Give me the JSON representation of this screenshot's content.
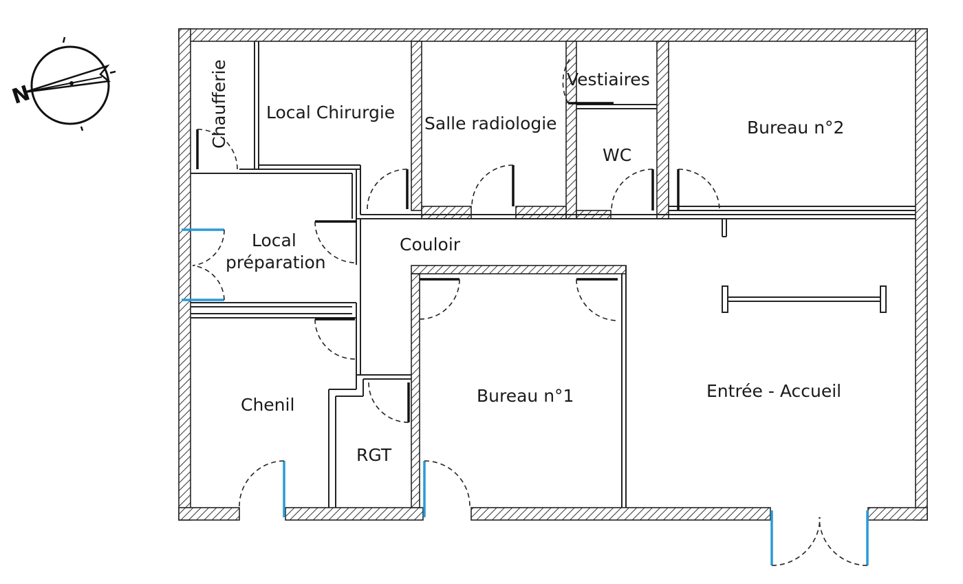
{
  "plan": {
    "compass": {
      "north_label": "N",
      "icon": "north-arrow-icon"
    },
    "rooms": {
      "chaufferie": "Chaufferie",
      "local_chirurgie": "Local Chirurgie",
      "salle_radiologie": "Salle radiologie",
      "vestiaires": "Vestiaires",
      "wc": "WC",
      "bureau_2": "Bureau n°2",
      "local_preparation_line1": "Local",
      "local_preparation_line2": "préparation",
      "couloir": "Couloir",
      "chenil": "Chenil",
      "rgt": "RGT",
      "bureau_1": "Bureau n°1",
      "entree_accueil": "Entrée - Accueil"
    },
    "colors": {
      "wall_line": "#222222",
      "exterior_door": "#2a9ad6",
      "hatch": "#333333"
    }
  }
}
